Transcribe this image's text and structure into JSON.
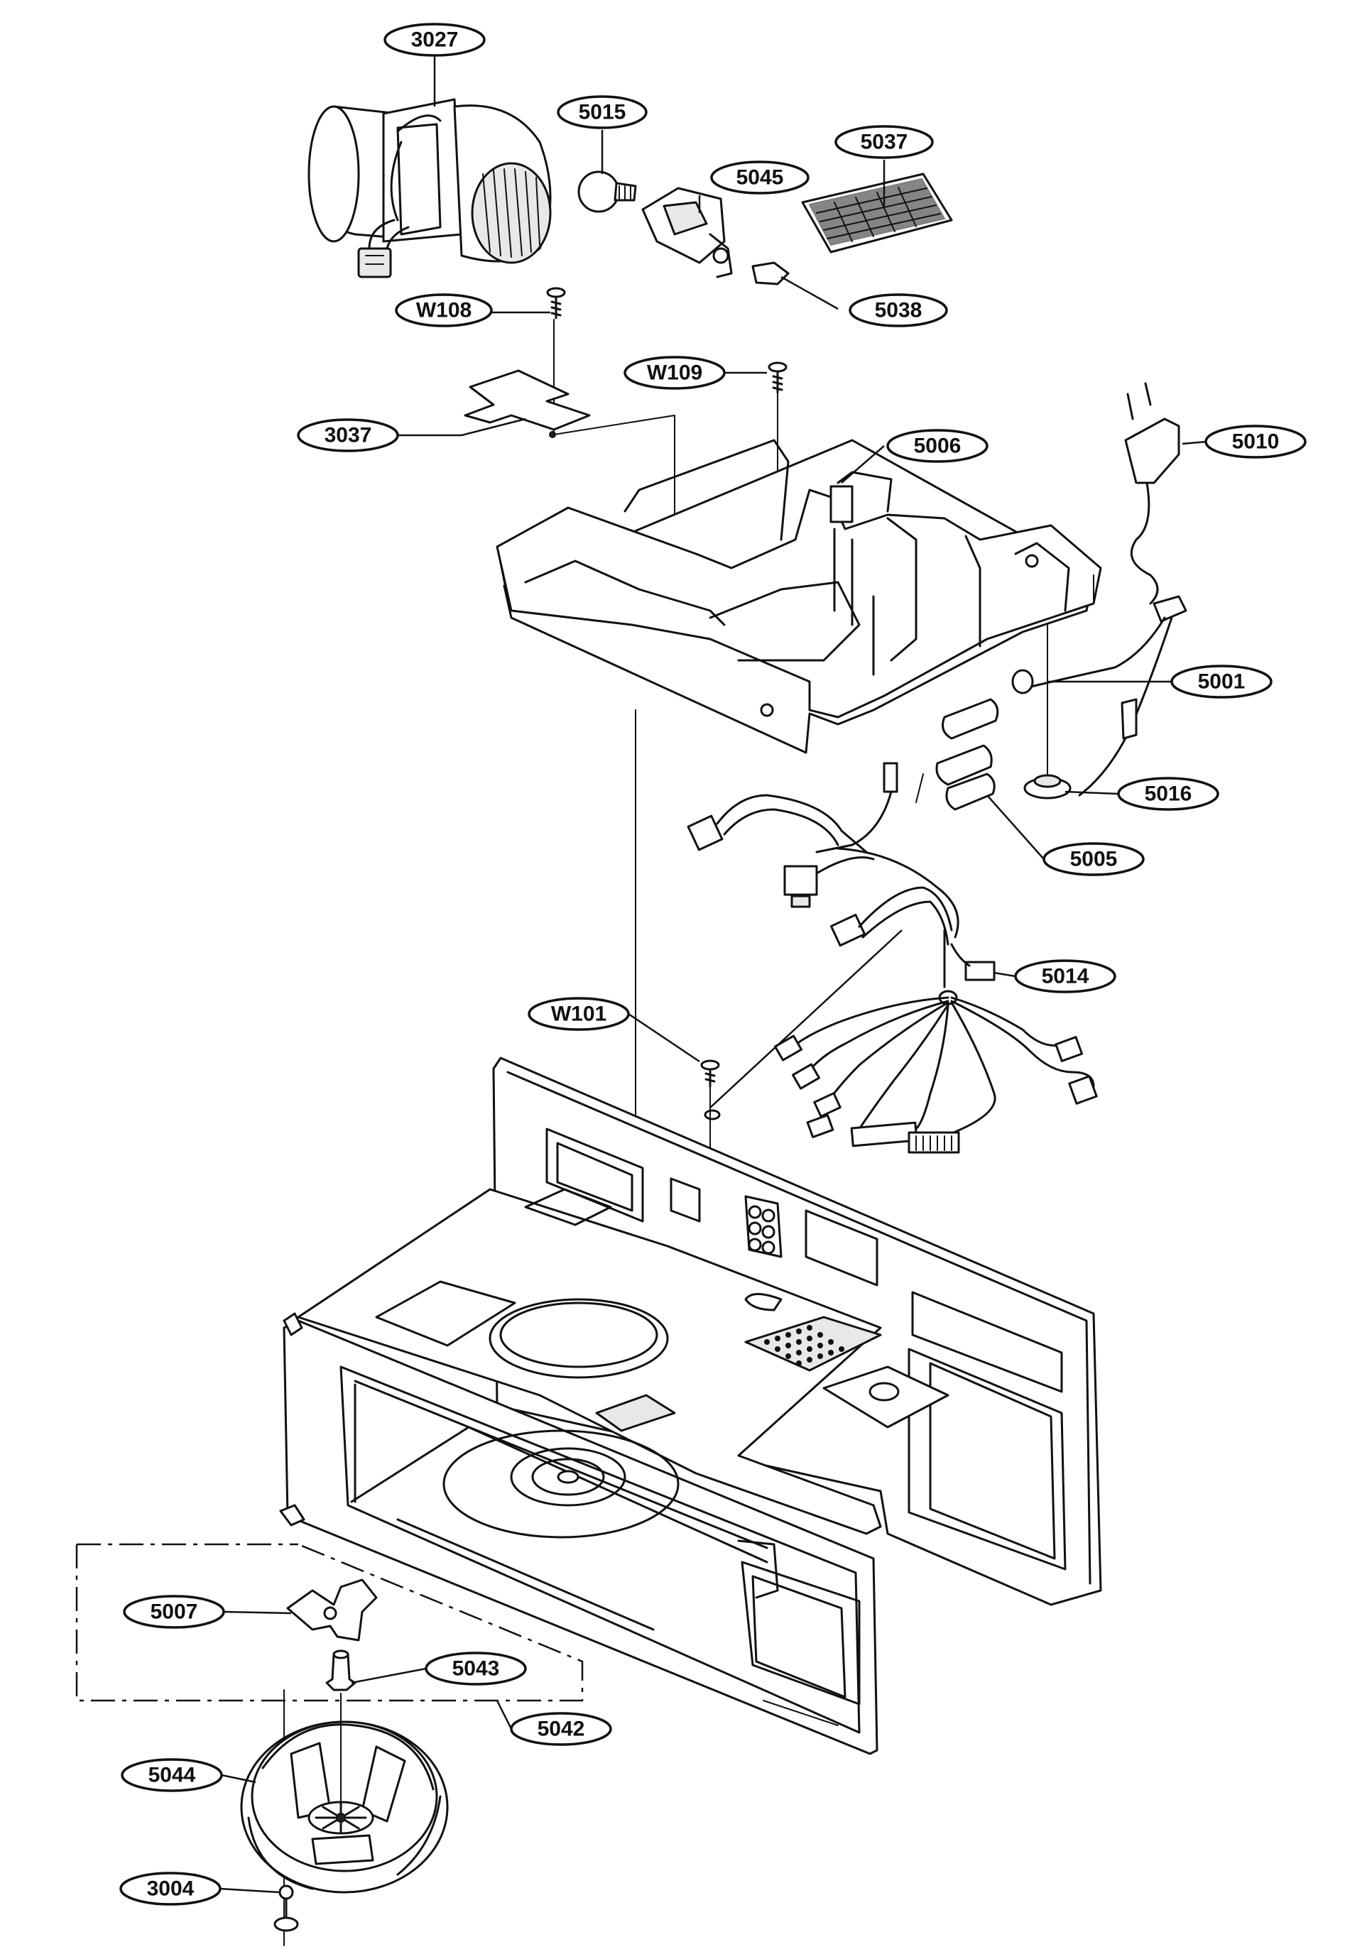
{
  "callouts": {
    "p3027": "3027",
    "p5015": "5015",
    "p5037": "5037",
    "p5045": "5045",
    "p5038": "5038",
    "pW108": "W108",
    "pW109": "W109",
    "p3037": "3037",
    "p5006": "5006",
    "p5010": "5010",
    "p5001": "5001",
    "p5016": "5016",
    "p5005": "5005",
    "p5014": "5014",
    "pW101": "W101",
    "p5007": "5007",
    "p5043": "5043",
    "p5042": "5042",
    "p5044": "5044",
    "p3004": "3004"
  }
}
